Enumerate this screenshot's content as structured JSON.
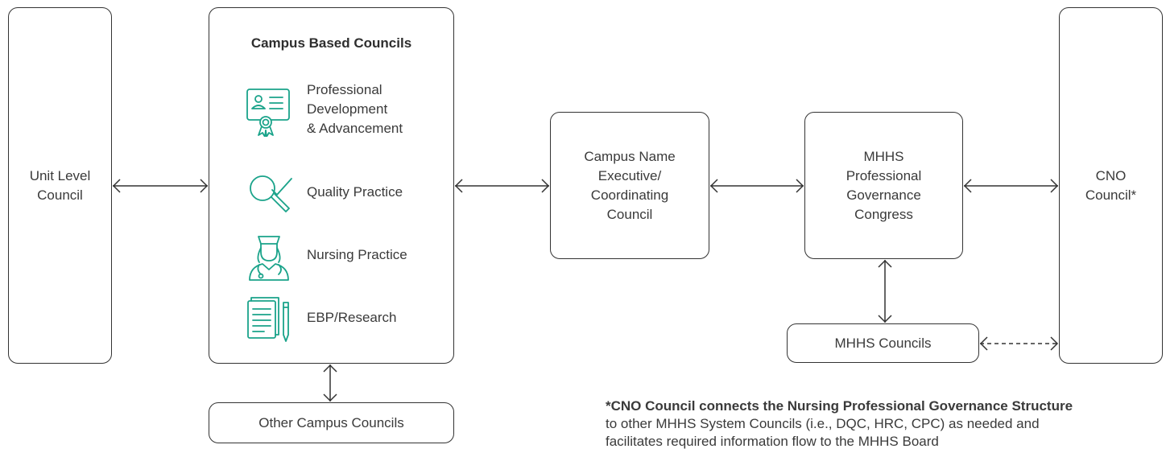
{
  "unit_level": {
    "lines": [
      "Unit Level",
      "Council"
    ]
  },
  "campus_based": {
    "title": "Campus Based Councils",
    "items": [
      {
        "icon": "certificate-icon",
        "lines": [
          "Professional",
          "Development",
          "& Advancement"
        ]
      },
      {
        "icon": "magnifier-check-icon",
        "lines": [
          "Quality Practice"
        ]
      },
      {
        "icon": "nurse-icon",
        "lines": [
          "Nursing Practice"
        ]
      },
      {
        "icon": "documents-pen-icon",
        "lines": [
          "EBP/Research"
        ]
      }
    ]
  },
  "campus_exec": {
    "lines": [
      "Campus Name",
      "Executive/",
      "Coordinating",
      "Council"
    ]
  },
  "mhhs_pgc": {
    "lines": [
      "MHHS",
      "Professional",
      "Governance",
      "Congress"
    ]
  },
  "cno": {
    "lines": [
      "CNO",
      "Council*"
    ]
  },
  "mhhs_councils": {
    "label": "MHHS Councils"
  },
  "other_campus": {
    "label": "Other Campus Councils"
  },
  "footnote": {
    "star": "*",
    "lines": [
      "CNO Council connects the Nursing Professional Governance Structure",
      "to other MHHS System Councils (i.e., DQC, HRC, CPC) as needed and",
      "facilitates required information flow to the MHHS Board"
    ]
  },
  "colors": {
    "icon": "#1aa38a",
    "border": "#333333",
    "text": "#3a3a3a"
  }
}
